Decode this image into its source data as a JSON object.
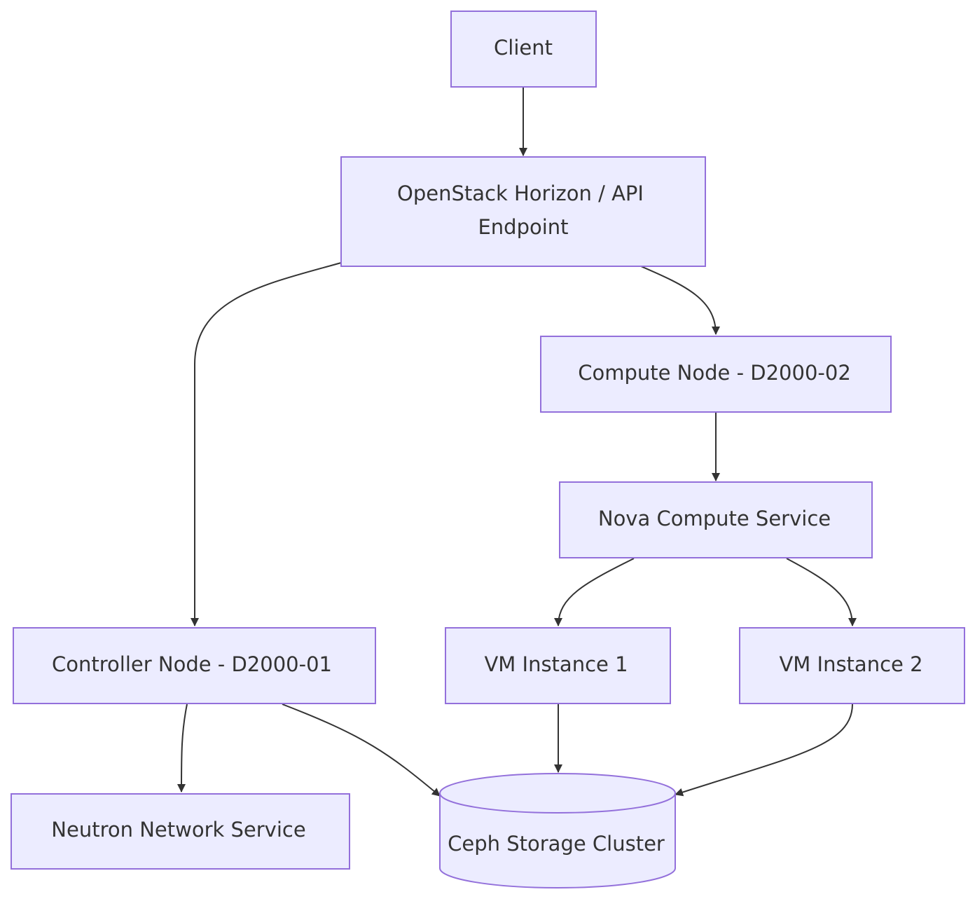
{
  "diagram": {
    "nodes": {
      "client": "Client",
      "api": {
        "line1": "OpenStack Horizon / API",
        "line2": "Endpoint"
      },
      "compute": "Compute Node - D2000-02",
      "nova": "Nova Compute Service",
      "controller": "Controller Node - D2000-01",
      "vm1": "VM Instance 1",
      "vm2": "VM Instance 2",
      "neutron": "Neutron Network Service",
      "ceph": "Ceph Storage Cluster"
    },
    "edges": [
      {
        "from": "Client",
        "to": "OpenStack Horizon / API Endpoint"
      },
      {
        "from": "OpenStack Horizon / API Endpoint",
        "to": "Controller Node - D2000-01"
      },
      {
        "from": "OpenStack Horizon / API Endpoint",
        "to": "Compute Node - D2000-02"
      },
      {
        "from": "Compute Node - D2000-02",
        "to": "Nova Compute Service"
      },
      {
        "from": "Nova Compute Service",
        "to": "VM Instance 1"
      },
      {
        "from": "Nova Compute Service",
        "to": "VM Instance 2"
      },
      {
        "from": "Controller Node - D2000-01",
        "to": "Neutron Network Service"
      },
      {
        "from": "Controller Node - D2000-01",
        "to": "Ceph Storage Cluster"
      },
      {
        "from": "VM Instance 1",
        "to": "Ceph Storage Cluster"
      },
      {
        "from": "VM Instance 2",
        "to": "Ceph Storage Cluster"
      }
    ],
    "colors": {
      "node_fill": "#ECECFF",
      "node_border": "#9370DB",
      "edge": "#333333",
      "text": "#333333"
    }
  }
}
